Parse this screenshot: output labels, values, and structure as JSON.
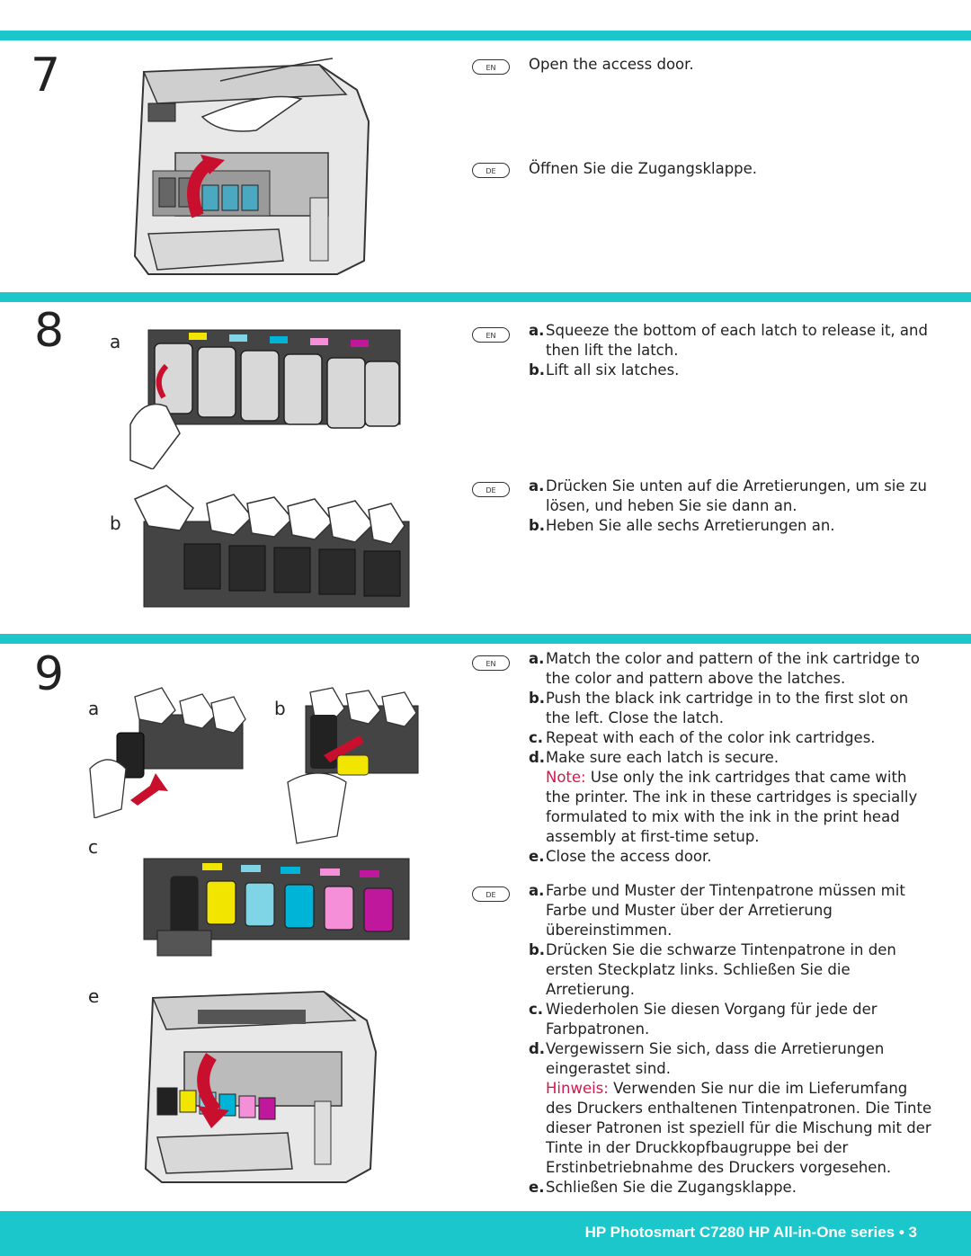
{
  "steps": [
    {
      "number": "7",
      "en": {
        "lang": "EN",
        "text": "Open the access door."
      },
      "de": {
        "lang": "DE",
        "text": "Öffnen Sie die Zugangsklappe."
      }
    },
    {
      "number": "8",
      "labels": [
        "a",
        "b"
      ],
      "en": {
        "lang": "EN",
        "items": [
          {
            "k": "a.",
            "t": "Squeeze the bottom of each latch to release it, and then lift the latch."
          },
          {
            "k": "b.",
            "t": "Lift all six latches."
          }
        ]
      },
      "de": {
        "lang": "DE",
        "items": [
          {
            "k": "a.",
            "t": "Drücken Sie unten auf die Arretierungen, um sie zu lösen, und heben Sie sie dann an."
          },
          {
            "k": "b.",
            "t": "Heben Sie alle sechs Arretierungen an."
          }
        ]
      }
    },
    {
      "number": "9",
      "labels": [
        "a",
        "b",
        "c",
        "e"
      ],
      "en": {
        "lang": "EN",
        "items": [
          {
            "k": "a.",
            "t": "Match the color and pattern of the ink cartridge to the color and pattern above the latches."
          },
          {
            "k": "b.",
            "t": "Push the black ink cartridge in to the first slot on the left. Close the latch."
          },
          {
            "k": "c.",
            "t": "Repeat with each of the color ink cartridges."
          },
          {
            "k": "d.",
            "t": "Make sure each latch is secure."
          }
        ],
        "note_label": "Note:",
        "note_text": "Use only the ink cartridges that came with the printer. The ink in these cartridges is specially formulated to mix with the ink in the print head assembly at first-time setup.",
        "last": {
          "k": "e.",
          "t": "Close the access door."
        }
      },
      "de": {
        "lang": "DE",
        "items": [
          {
            "k": "a.",
            "t": "Farbe und Muster der Tintenpatrone müssen mit Farbe und Muster über der Arretierung übereinstimmen."
          },
          {
            "k": "b.",
            "t": "Drücken Sie die schwarze Tintenpatrone in den ersten Steckplatz links. Schließen Sie die Arretierung."
          },
          {
            "k": "c.",
            "t": "Wiederholen Sie diesen Vorgang für jede der Farbpatronen."
          },
          {
            "k": "d.",
            "t": "Vergewissern Sie sich, dass die Arretierungen eingerastet sind."
          }
        ],
        "note_label": "Hinweis:",
        "note_text": "Verwenden Sie nur die im Lieferumfang des Druckers enthaltenen Tintenpatronen. Die Tinte dieser Patronen ist speziell für die Mischung mit der Tinte in der Druckkopfbaugruppe bei der Erstinbetriebnahme des Druckers vorgesehen.",
        "last": {
          "k": "e.",
          "t": "Schließen Sie die Zugangsklappe."
        }
      }
    }
  ],
  "footer": {
    "text": "HP Photosmart C7280 HP All-in-One series • 3"
  },
  "colors": {
    "accent": "#1cc7cc",
    "note": "#d6174c",
    "arrow": "#c8102e"
  },
  "ink_colors": [
    "#222222",
    "#f2e600",
    "#7fd4e6",
    "#00b4d8",
    "#f48fd8",
    "#c0189c"
  ],
  "icons": [
    "printer-illustration",
    "ink-latch-illustration",
    "hand-illustration",
    "arrow-icon"
  ]
}
